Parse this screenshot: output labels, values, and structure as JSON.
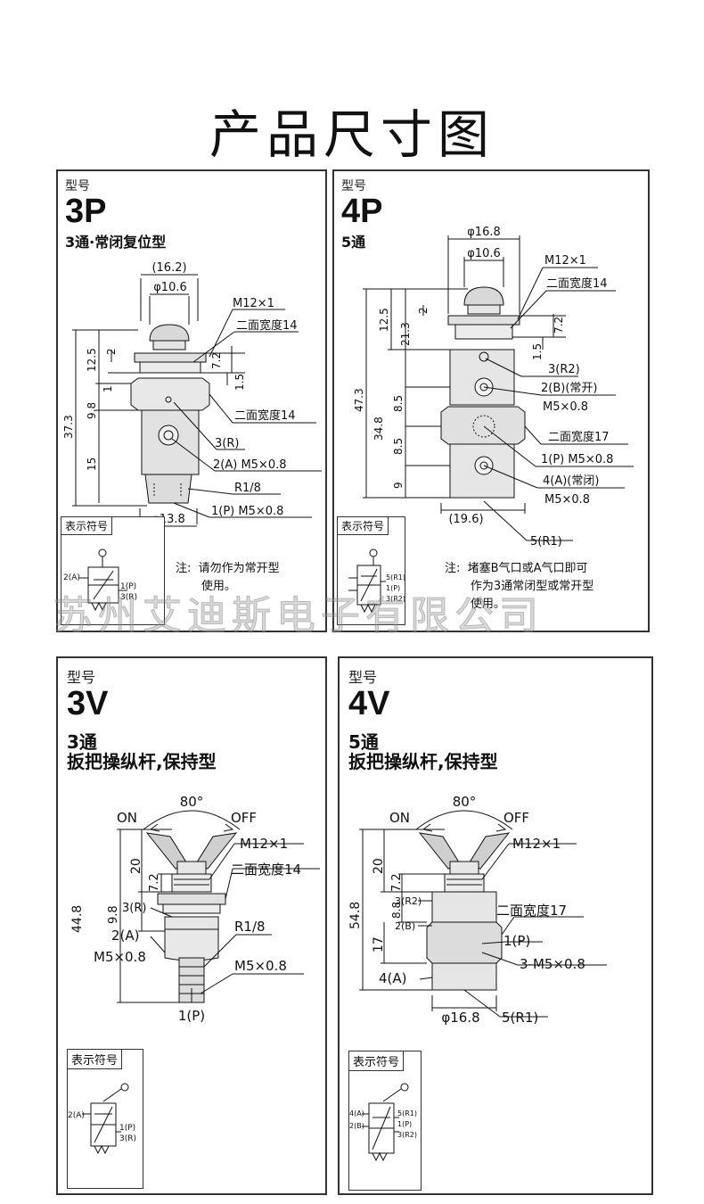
{
  "page_title": "产品尺寸图",
  "watermark": "苏州艾迪斯电子有限公司",
  "panels": {
    "p3p": {
      "type_label": "型号",
      "model": "3P",
      "subtitle": "3通·常闭复位型",
      "symbol_label": "表示符号",
      "note": "注:  请勿作为常开型\n       使用。",
      "dims": {
        "d1": "(16.2)",
        "d2": "φ10.6",
        "d3": "M12×1",
        "d4": "二面宽度14",
        "d5": "2",
        "d6": "12.5",
        "d7": "7.2",
        "d8": "1.5",
        "d9": "1",
        "d10": "9.8",
        "d11": "37.3",
        "d12": "二面宽度14",
        "d13": "3(R)",
        "d14": "15",
        "d15": "2(A)  M5×0.8",
        "d16": "R1/8",
        "d17": "1(P)  M5×0.8",
        "d18": "φ13.8"
      },
      "sym": {
        "a": "2(A)",
        "b": "1(P)",
        "c": "3(R)"
      }
    },
    "p4p": {
      "type_label": "型号",
      "model": "4P",
      "subtitle": "5通",
      "symbol_label": "表示符号",
      "note": "注:  堵塞B气口或A气口即可\n       作为3通常闭型或常开型\n       使用。",
      "dims": {
        "d1": "φ16.8",
        "d2": "φ10.6",
        "d3": "M12×1",
        "d4": "二面宽度14",
        "d5": "2",
        "d6": "12.5",
        "d7": "7.2",
        "d8": "21.3",
        "d9": "1.5",
        "d10": "47.3",
        "d11": "3(R2)",
        "d12": "2(B)(常开)",
        "d13": "8.5",
        "d14": "M5×0.8",
        "d15": "34.8",
        "d16": "二面宽度17",
        "d17": "8.5",
        "d18": "1(P)  M5×0.8",
        "d19": "9",
        "d20": "4(A)(常闭)",
        "d21": "M5×0.8",
        "d22": "(19.6)",
        "d23": "5(R1)"
      },
      "sym": {
        "a": "5(R1)",
        "b": "1(P)",
        "c": "3(R2)"
      }
    },
    "p3v": {
      "type_label": "型号",
      "model": "3V",
      "subtitle1": "3通",
      "subtitle2": "扳把操纵杆,保持型",
      "symbol_label": "表示符号",
      "dims": {
        "d1": "80°",
        "d2": "ON",
        "d3": "OFF",
        "d4": "M12×1",
        "d5": "20",
        "d6": "二面宽度14",
        "d7": "7.2",
        "d8": "44.8",
        "d9": "3(R)",
        "d10": "9.8",
        "d11": "R1/8",
        "d12": "2(A)",
        "d13": "M5×0.8",
        "d14": "M5×0.8",
        "d15": "1(P)"
      },
      "sym": {
        "a": "2(A)",
        "b": "1(P)",
        "c": "3(R)"
      }
    },
    "p4v": {
      "type_label": "型号",
      "model": "4V",
      "subtitle1": "5通",
      "subtitle2": "扳把操纵杆,保持型",
      "symbol_label": "表示符号",
      "dims": {
        "d1": "80°",
        "d2": "ON",
        "d3": "OFF",
        "d4": "M12×1",
        "d5": "20",
        "d6": "7.2",
        "d7": "54.8",
        "d8": "3(R2)",
        "d9": "8.8",
        "d10": "二面宽度17",
        "d11": "2(B)",
        "d12": "17",
        "d13": "1(P)",
        "d14": "3-M5×0.8",
        "d15": "4(A)",
        "d16": "φ16.8",
        "d17": "5(R1)"
      },
      "sym": {
        "a": "4(A)",
        "b": "2(B)",
        "c": "5(R1)",
        "d": "1(P)",
        "e": "3(R2)"
      }
    }
  }
}
